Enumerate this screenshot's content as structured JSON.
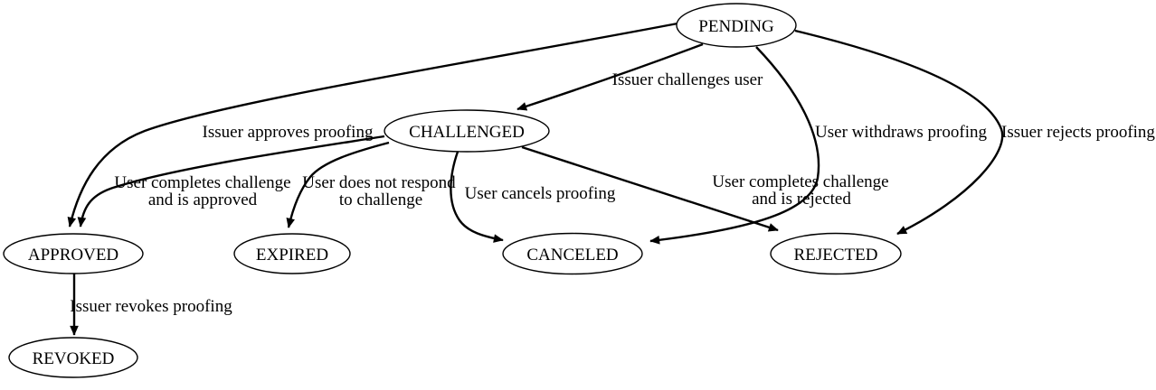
{
  "diagram": {
    "type": "state-transition-diagram",
    "background_color": "#ffffff",
    "line_color": "#000000",
    "text_color": "#000000",
    "nodes": [
      {
        "id": "pending",
        "label": "PENDING"
      },
      {
        "id": "challenged",
        "label": "CHALLENGED"
      },
      {
        "id": "approved",
        "label": "APPROVED"
      },
      {
        "id": "expired",
        "label": "EXPIRED"
      },
      {
        "id": "canceled",
        "label": "CANCELED"
      },
      {
        "id": "rejected",
        "label": "REJECTED"
      },
      {
        "id": "revoked",
        "label": "REVOKED"
      }
    ],
    "edges": [
      {
        "from": "PENDING",
        "to": "CHALLENGED",
        "label_lines": [
          "Issuer challenges user"
        ]
      },
      {
        "from": "PENDING",
        "to": "APPROVED",
        "label_lines": [
          "Issuer approves proofing"
        ]
      },
      {
        "from": "PENDING",
        "to": "CANCELED",
        "label_lines": [
          "User withdraws proofing"
        ]
      },
      {
        "from": "PENDING",
        "to": "REJECTED",
        "label_lines": [
          "Issuer rejects proofing"
        ]
      },
      {
        "from": "CHALLENGED",
        "to": "APPROVED",
        "label_lines": [
          "User completes challenge",
          "and is approved"
        ]
      },
      {
        "from": "CHALLENGED",
        "to": "EXPIRED",
        "label_lines": [
          "User does not respond",
          "to challenge"
        ]
      },
      {
        "from": "CHALLENGED",
        "to": "CANCELED",
        "label_lines": [
          "User cancels proofing"
        ]
      },
      {
        "from": "CHALLENGED",
        "to": "REJECTED",
        "label_lines": [
          "User completes challenge",
          "and is rejected"
        ]
      },
      {
        "from": "APPROVED",
        "to": "REVOKED",
        "label_lines": [
          "Issuer revokes proofing"
        ]
      }
    ]
  }
}
